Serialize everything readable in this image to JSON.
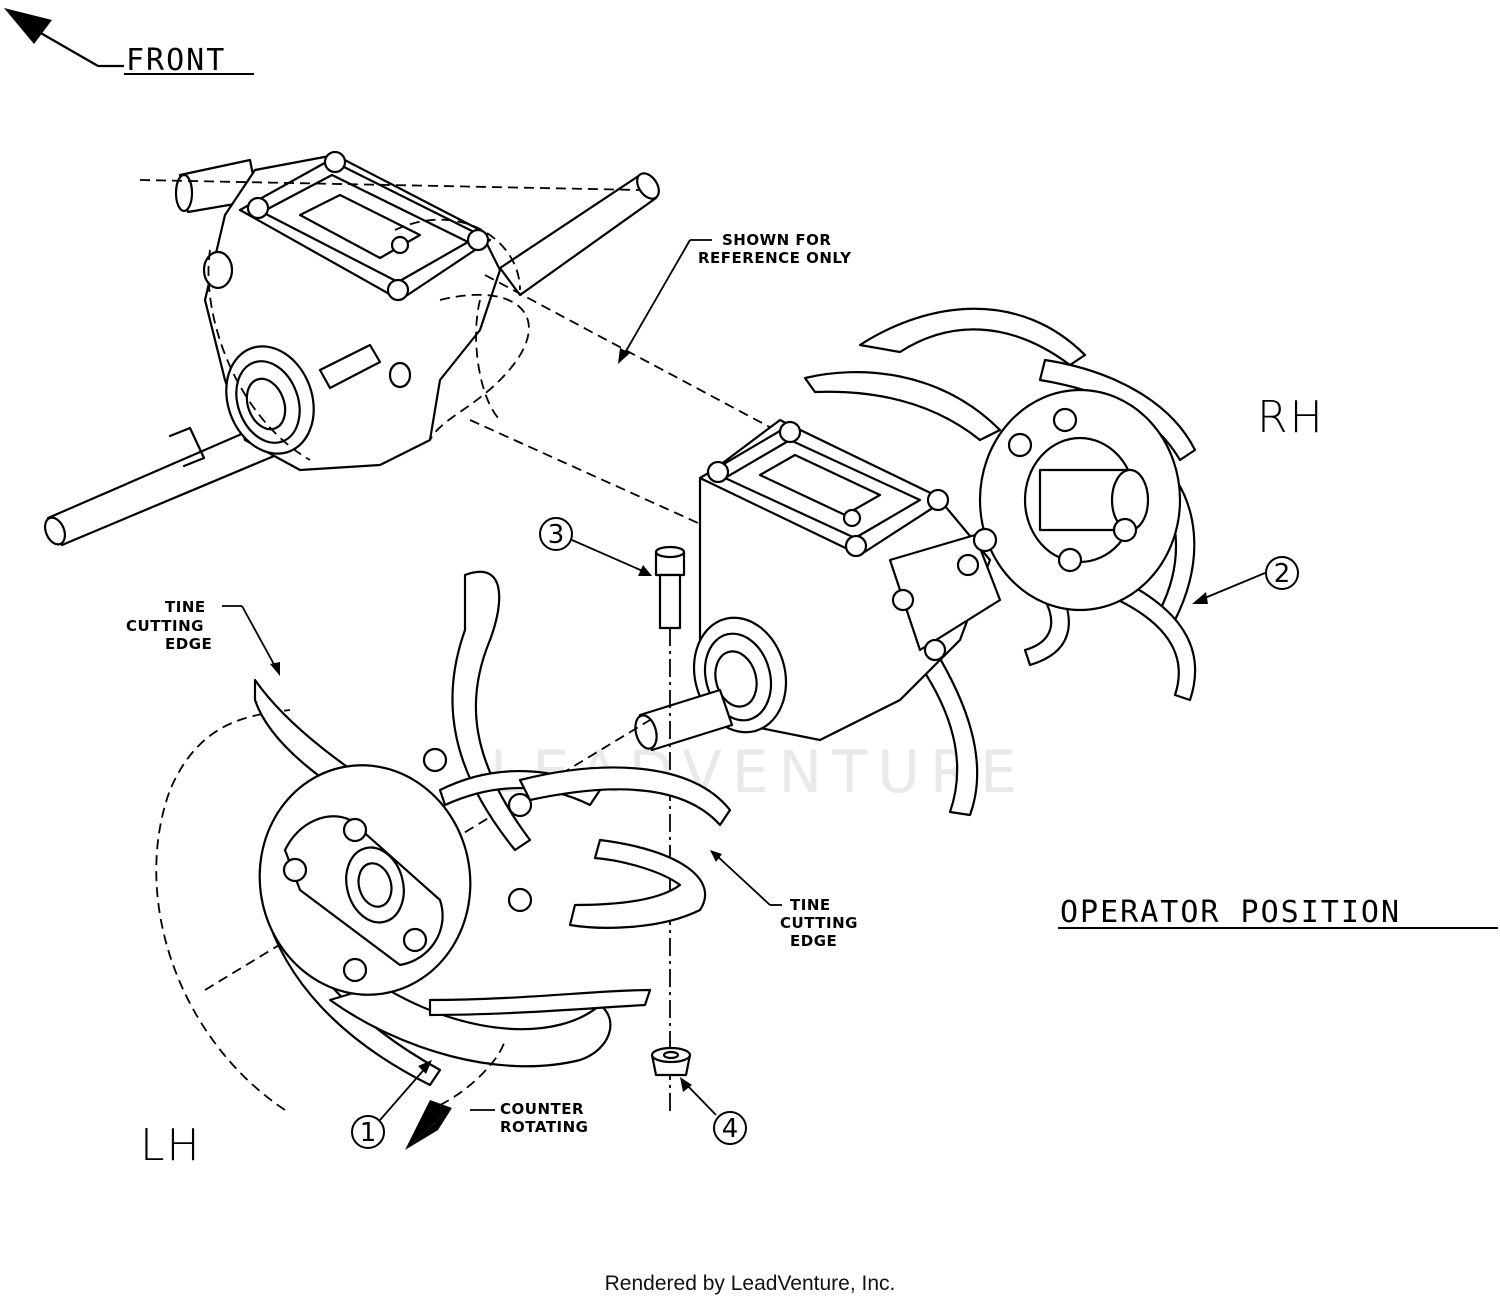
{
  "labels": {
    "front": "FRONT",
    "shown_for_reference": [
      "SHOWN FOR",
      "REFERENCE ONLY"
    ],
    "rh": "RH",
    "lh": "LH",
    "tine_cutting_edge_left": [
      "TINE",
      "CUTTING",
      "EDGE"
    ],
    "tine_cutting_edge_right": [
      "TINE",
      "CUTTING",
      "EDGE"
    ],
    "operator_position": "OPERATOR POSITION",
    "counter_rotating": [
      "COUNTER",
      "ROTATING"
    ],
    "watermark": "LEADVENTURE"
  },
  "callouts": [
    "1",
    "2",
    "3",
    "4"
  ],
  "footer": "Rendered by LeadVenture, Inc."
}
